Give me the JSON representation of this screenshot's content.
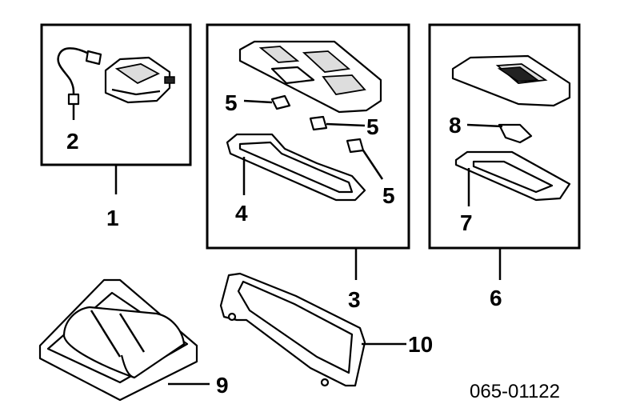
{
  "callouts": {
    "c1": "1",
    "c2": "2",
    "c3": "3",
    "c4": "4",
    "c5a": "5",
    "c5b": "5",
    "c5c": "5",
    "c6": "6",
    "c7": "7",
    "c8": "8",
    "c9": "9",
    "c10": "10"
  },
  "diagram_code": "065-01122"
}
